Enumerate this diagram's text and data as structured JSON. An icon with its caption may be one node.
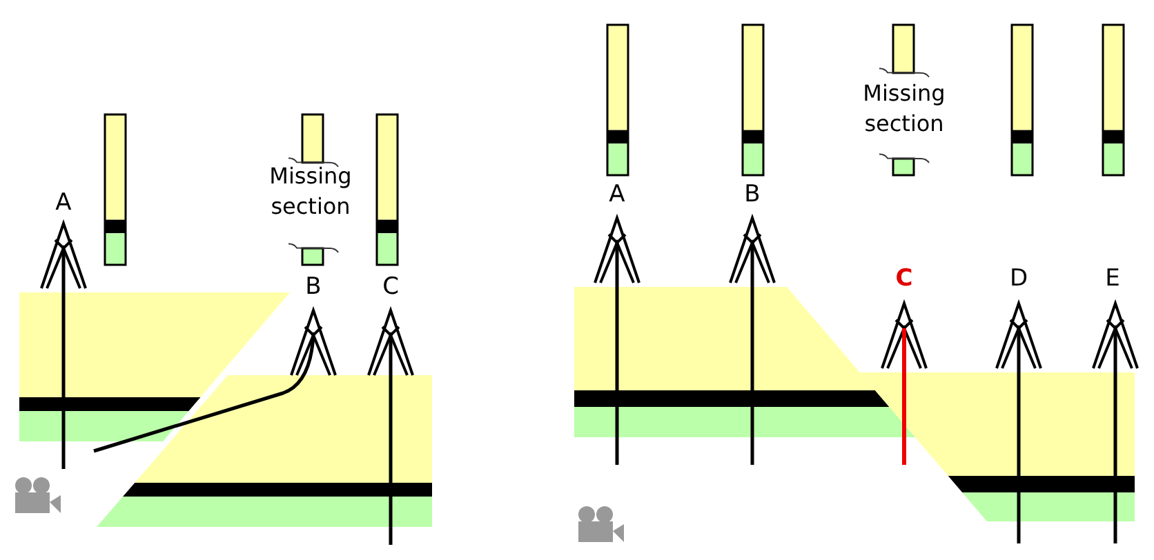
{
  "diagram": {
    "labels": [
      "A",
      "Missing section",
      "B",
      "C",
      "A",
      "B",
      "Missing section",
      "C",
      "D",
      "E"
    ]
  }
}
